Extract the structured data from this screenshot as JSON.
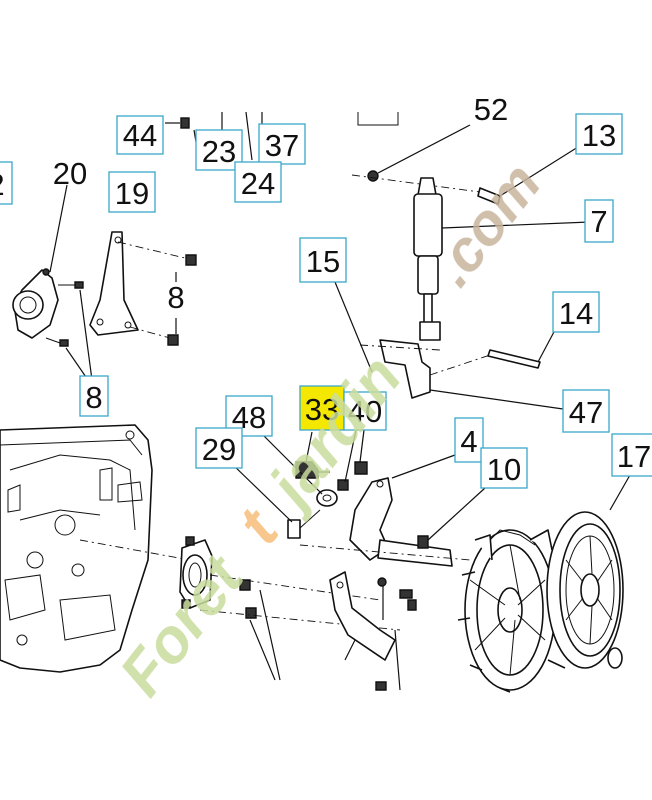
{
  "diagram": {
    "callouts": [
      "44",
      "23",
      "37",
      "24",
      "20",
      "19",
      "8",
      "8",
      "15",
      "13",
      "7",
      "14",
      "33",
      "48",
      "40",
      "29",
      "4",
      "10",
      "47",
      "17",
      "2",
      "52"
    ],
    "highlight_color": "#f4e800",
    "box_color": "#3aa8c8"
  },
  "watermark": {
    "text_part1": "Foret",
    "text_part2": "jardin",
    "text_part3": ".com",
    "color_green": "#c9dc9e",
    "color_orange": "#f5b56b",
    "color_brown": "#c8b49c"
  }
}
